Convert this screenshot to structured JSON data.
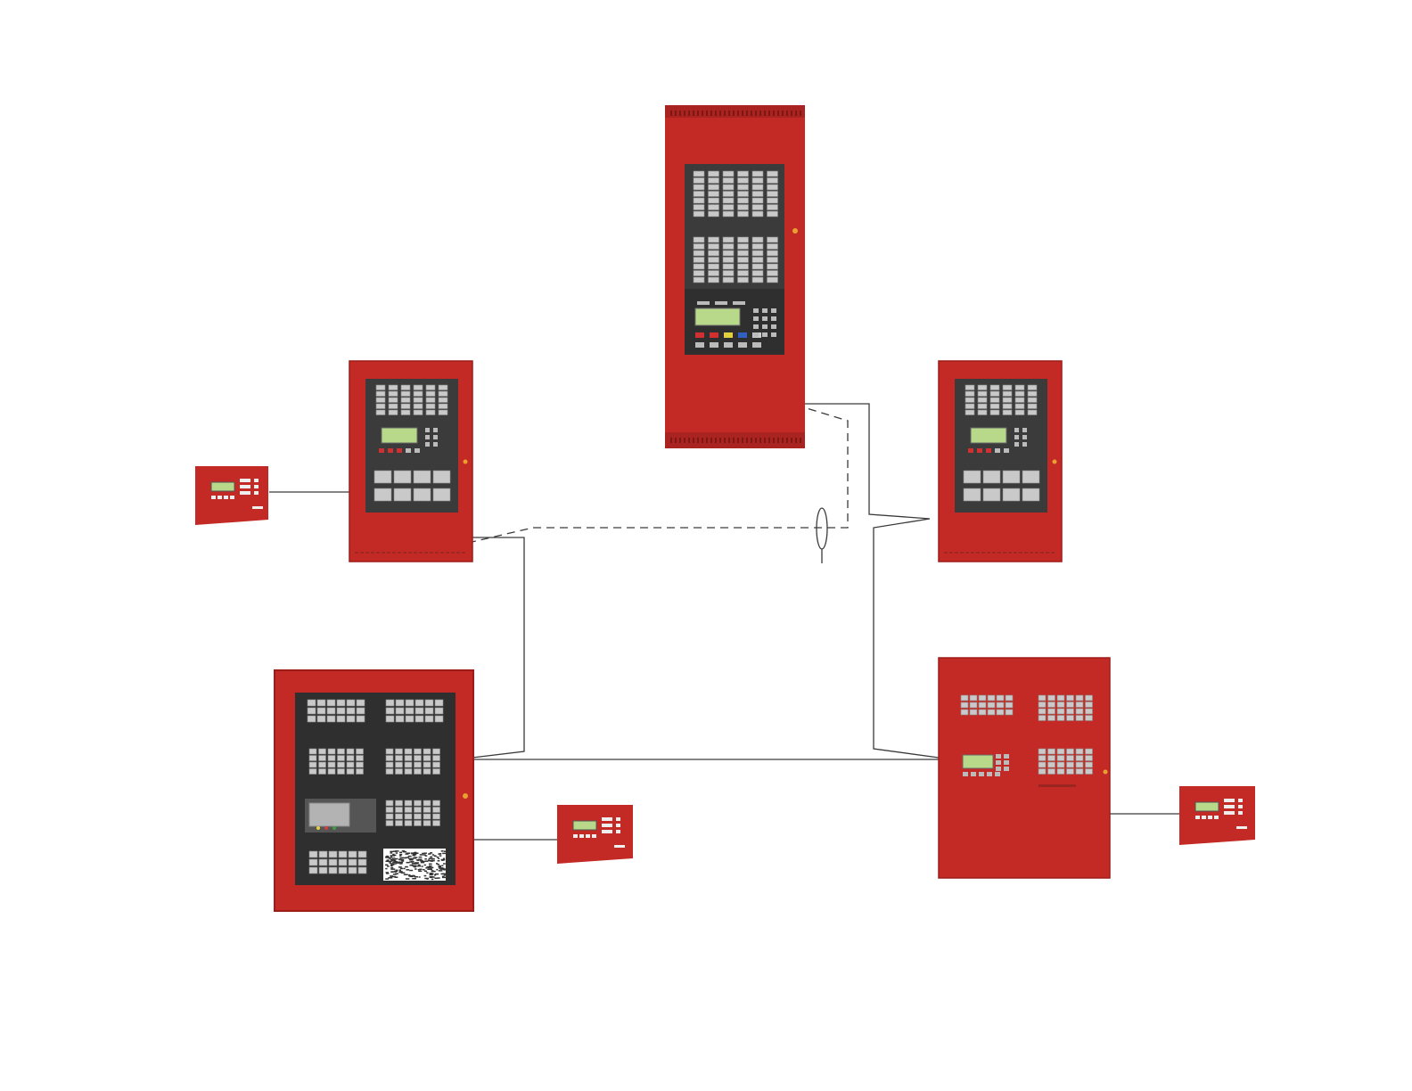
{
  "colors": {
    "cabinet_red": "#c42a25",
    "cabinet_red_dark": "#9e1c18",
    "panel_dark": "#3b3b3b",
    "lcd_green": "#b8d98a",
    "module_grey": "#c9c9c9",
    "wire": "#3a3a3a"
  },
  "cabinets": [
    {
      "name": "fire-alarm-panel-top-center",
      "type": "tall"
    },
    {
      "name": "fire-alarm-panel-left",
      "type": "medium"
    },
    {
      "name": "fire-alarm-panel-right",
      "type": "medium"
    },
    {
      "name": "fire-alarm-panel-bottom-left",
      "type": "large"
    },
    {
      "name": "fire-alarm-panel-bottom-right",
      "type": "wide"
    }
  ],
  "annunciators": [
    {
      "name": "remote-annunciator-left"
    },
    {
      "name": "remote-annunciator-bottom-center"
    },
    {
      "name": "remote-annunciator-right"
    }
  ],
  "connections": [
    {
      "name": "network-link-left-to-bottom-left",
      "style": "solid"
    },
    {
      "name": "network-link-bottom-left-to-bottom-right",
      "style": "solid"
    },
    {
      "name": "network-link-top-to-bottom-right",
      "style": "solid"
    },
    {
      "name": "fiber-link-left-to-top",
      "style": "dashed"
    },
    {
      "name": "annunciator-link-left",
      "style": "solid"
    },
    {
      "name": "annunciator-link-bottom-center",
      "style": "solid"
    },
    {
      "name": "annunciator-link-right",
      "style": "solid"
    }
  ]
}
